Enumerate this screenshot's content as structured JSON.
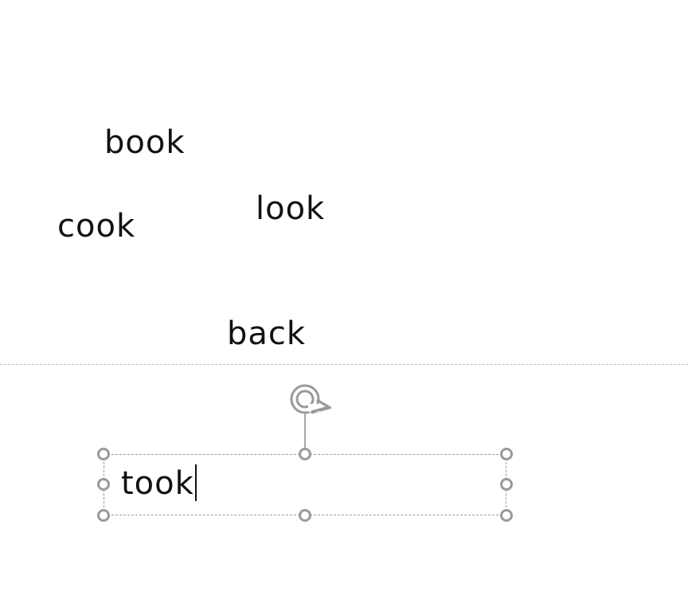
{
  "canvas": {
    "words": [
      {
        "text": "book"
      },
      {
        "text": "look"
      },
      {
        "text": "cook"
      },
      {
        "text": "back"
      }
    ]
  },
  "selected_textbox": {
    "text": "took"
  },
  "icons": {
    "rotate": "rotate-handle-icon",
    "resize": "resize-handle-icon"
  },
  "colors": {
    "text": "#111111",
    "handle": "#9a9a9a",
    "divider": "#bdbdbd"
  }
}
